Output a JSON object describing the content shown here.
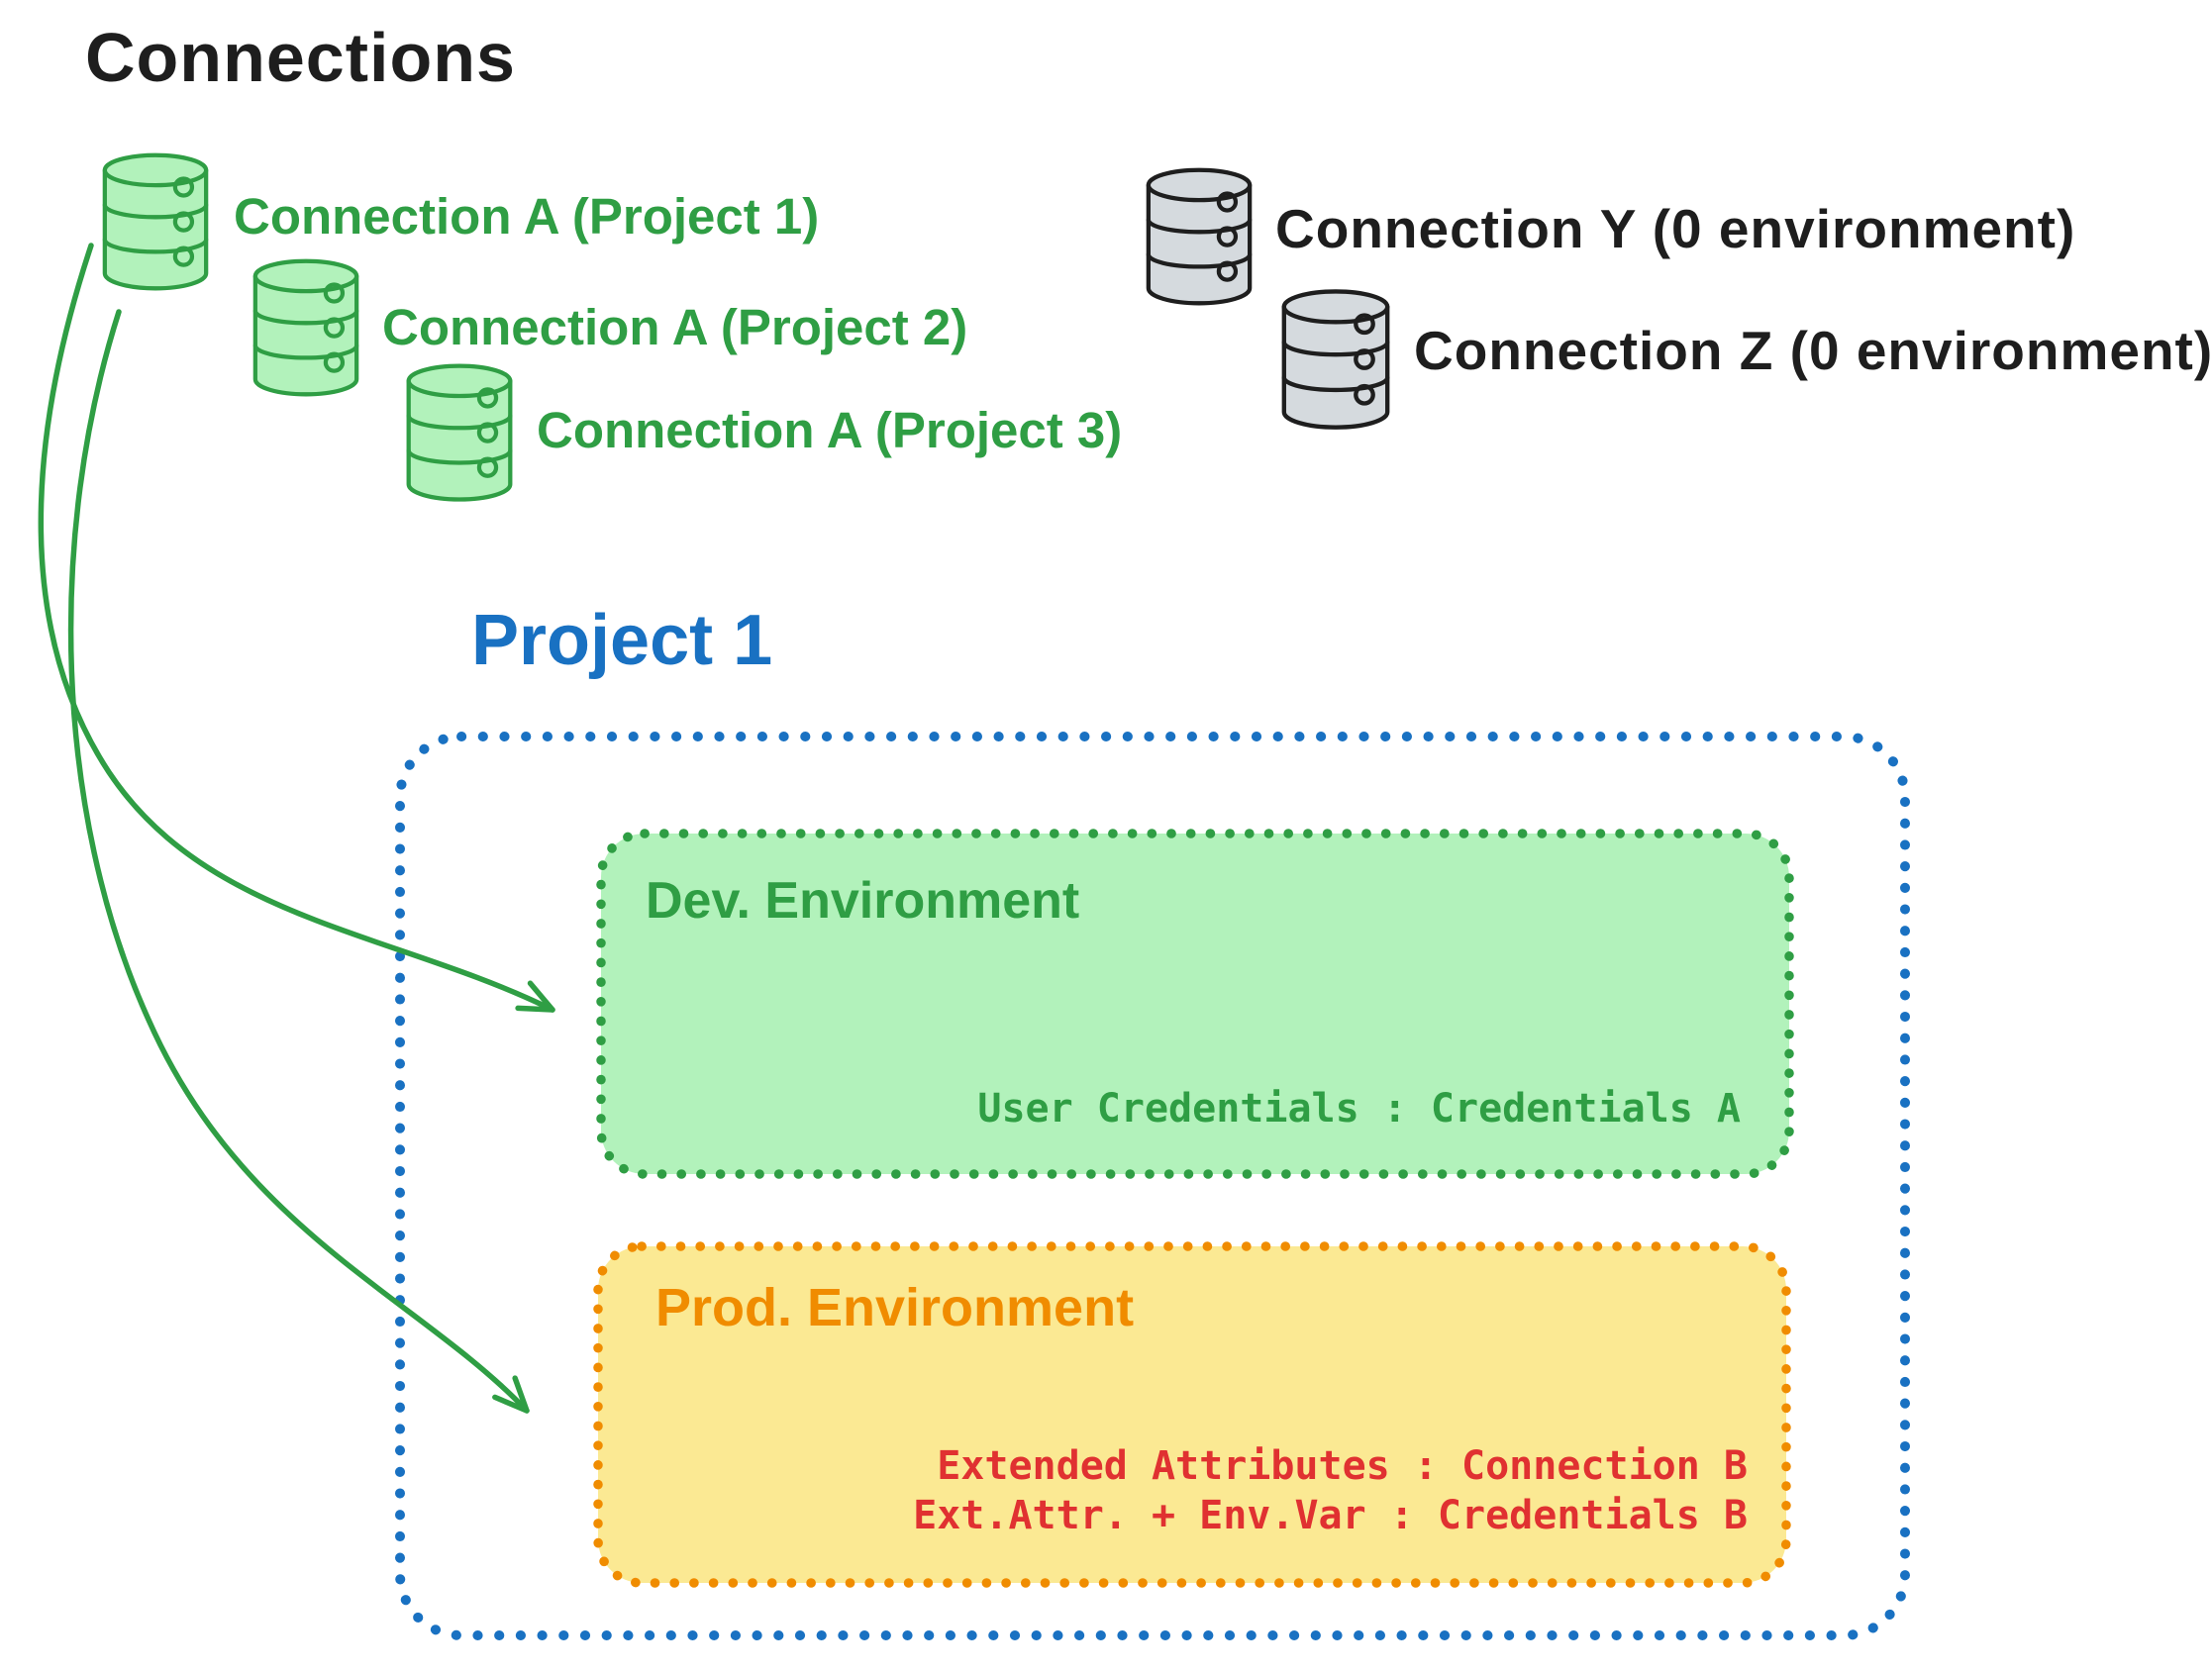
{
  "canvas": {
    "title": "Connections"
  },
  "colors": {
    "black": "#1e1e1e",
    "green_stroke": "#2f9e44",
    "green_fill": "#b2f2bb",
    "blue": "#1971c2",
    "orange": "#f08c00",
    "yellow_fill": "#fbe993",
    "red": "#e03131",
    "gray_fill": "#d5dade"
  },
  "connections": {
    "items_green": [
      {
        "icon": "database-icon",
        "label": "Connection A (Project 1)"
      },
      {
        "icon": "database-icon",
        "label": "Connection A (Project 2)"
      },
      {
        "icon": "database-icon",
        "label": "Connection A (Project 3)"
      }
    ],
    "items_gray": [
      {
        "icon": "database-icon",
        "label": "Connection Y (0 environment)"
      },
      {
        "icon": "database-icon",
        "label": "Connection Z (0 environment)"
      }
    ]
  },
  "project": {
    "title": "Project 1",
    "environments": {
      "dev": {
        "name": "Dev. Environment",
        "lines": [
          "User Credentials : Credentials A"
        ]
      },
      "prod": {
        "name": "Prod. Environment",
        "lines": [
          "Extended Attributes : Connection B",
          "Ext.Attr. + Env.Var : Credentials B"
        ]
      }
    }
  }
}
